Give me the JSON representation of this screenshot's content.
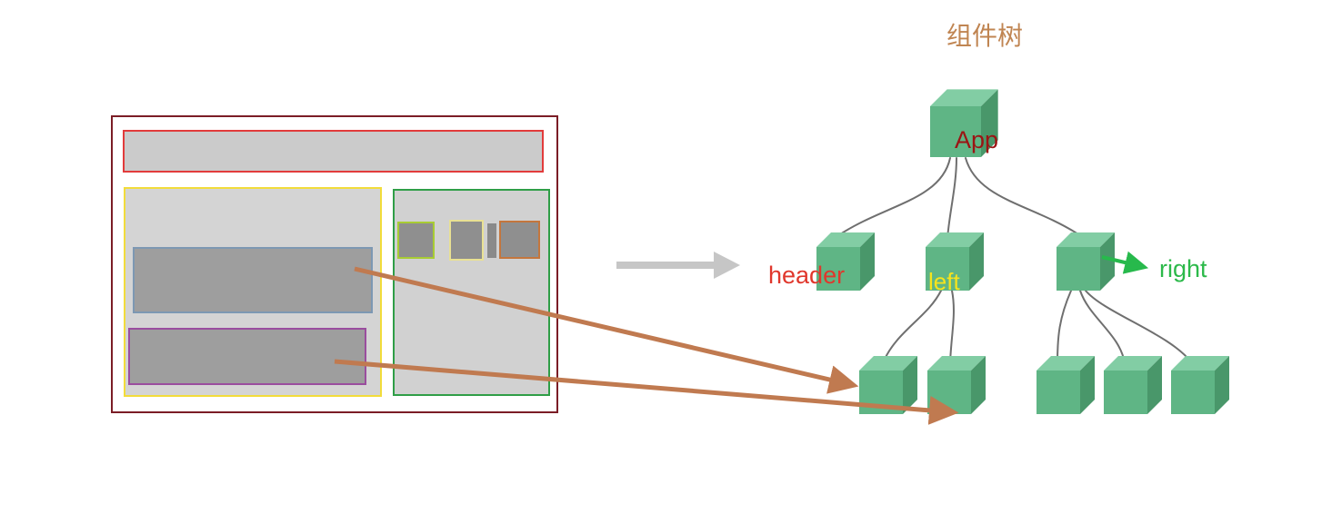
{
  "diagram": {
    "title": "组件树"
  },
  "tree": {
    "root": {
      "label": "App",
      "label_color": "#9b1414"
    },
    "level1": [
      {
        "label": "header",
        "label_color": "#e0372c",
        "children_count": 0
      },
      {
        "label": "left",
        "label_color": "#f6e41c",
        "children_count": 2
      },
      {
        "label": "right",
        "label_color": "#2cb94a",
        "children_count": 3
      }
    ]
  },
  "mappings": [
    {
      "from": "wireframe-blue-box",
      "to": "left-child-1-cube"
    },
    {
      "from": "wireframe-purple-box",
      "to": "left-child-2-cube"
    }
  ],
  "colors": {
    "cube_front": "#5fb585",
    "cube_top": "#82cda4",
    "cube_side": "#49976a",
    "tree_edge": "#6f6f6f",
    "mapping_arrow": "#c07a50",
    "flow_arrow": "#c6c6c6",
    "title_text": "#c08552",
    "wireframe": {
      "outer_border": "#7b1d26",
      "header_border": "#e23b3b",
      "left_panel_border": "#f2dc3a",
      "right_panel_border": "#2f9e47",
      "blue_box_border": "#7d98b3",
      "purple_box_border": "#9a4d9e",
      "small_box_borders": [
        "#a8cc33",
        "#e9e193",
        "#c4763d"
      ],
      "panel_fill": "#d4d4d4",
      "box_fill": "#9e9e9e"
    }
  }
}
